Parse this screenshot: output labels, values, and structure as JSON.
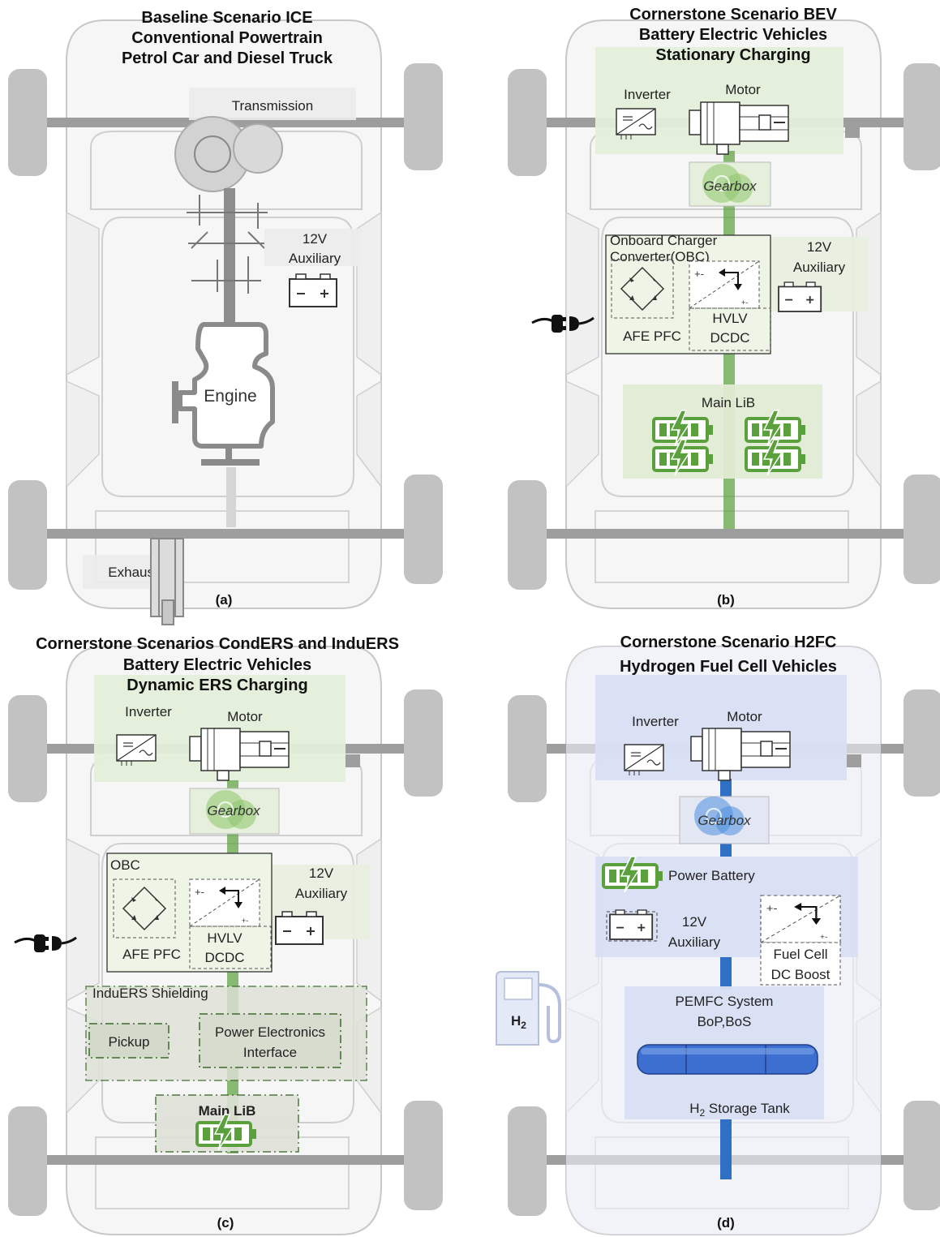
{
  "colors": {
    "green_accent": "#5aa03c",
    "blue_accent": "#2f6fc4",
    "wheel_gray": "#bdbdbd",
    "axle_gray": "#9a9a9a"
  },
  "panel_a": {
    "title_lines": [
      "Baseline Scenario ICE",
      "Conventional Powertrain",
      "Petrol Car and Diesel Truck"
    ],
    "transmission": "Transmission",
    "aux_12v": "12V",
    "aux_auxiliary": "Auxiliary",
    "engine": "Engine",
    "exhaust": "Exhaust",
    "label": "(a)"
  },
  "panel_b": {
    "title_lines": [
      "Cornerstone Scenario BEV",
      "Battery Electric Vehicles",
      "Stationary Charging"
    ],
    "inverter": "Inverter",
    "motor": "Motor",
    "gearbox": "Gearbox",
    "obc_line1": "Onboard Charger",
    "obc_line2": "Converter(OBC)",
    "aux_12v": "12V",
    "aux_auxiliary": "Auxiliary",
    "afe_pfc": "AFE PFC",
    "hvlv": "HVLV",
    "dcdc": "DCDC",
    "main_lib": "Main LiB",
    "label": "(b)"
  },
  "panel_c": {
    "title_lines": [
      "Cornerstone Scenarios CondERS and InduERS",
      "Battery Electric Vehicles",
      "Dynamic ERS Charging"
    ],
    "inverter": "Inverter",
    "motor": "Motor",
    "gearbox": "Gearbox",
    "obc": "OBC",
    "aux_12v": "12V",
    "aux_auxiliary": "Auxiliary",
    "afe_pfc": "AFE PFC",
    "hvlv": "HVLV",
    "dcdc": "DCDC",
    "induers_shielding": "InduERS Shielding",
    "pickup": "Pickup",
    "pe_line1": "Power Electronics",
    "pe_line2": "Interface",
    "main_lib": "Main LiB",
    "label": "(c)"
  },
  "panel_d": {
    "title_lines": [
      "Cornerstone Scenario H2FC",
      "Hydrogen Fuel Cell Vehicles"
    ],
    "inverter": "Inverter",
    "motor": "Motor",
    "gearbox": "Gearbox",
    "power_battery": "Power Battery",
    "aux_12v": "12V",
    "aux_auxiliary": "Auxiliary",
    "fc_line1": "Fuel Cell",
    "fc_line2": "DC Boost",
    "pemfc_line1": "PEMFC System",
    "pemfc_line2": "BoP,BoS",
    "tank_prefix": "H",
    "tank_sub": "2",
    "tank_suffix": " Storage Tank",
    "h2_main": "H",
    "h2_sub": "2",
    "label": "(d)"
  }
}
